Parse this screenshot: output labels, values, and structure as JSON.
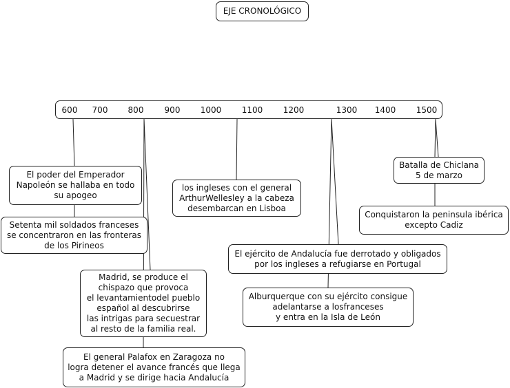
{
  "title": "EJE CRONOLÓGICO",
  "timeline": {
    "ticks": [
      "600",
      "700",
      "800",
      "900",
      "1000",
      "1100",
      "1200",
      "1300",
      "1400",
      "1500"
    ]
  },
  "events": {
    "napoleon": "El poder del Emperador\nNapoleón se hallaba en todo\nsu apogeo",
    "setenta_mil": "Setenta mil soldados franceses\nse concentraron en las fronteras\nde los Pirineos",
    "madrid": "Madrid, se produce el\nchispazo que provoca\nel levantamientodel pueblo\nespañol al descubrirse\nlas intrigas para secuestrar\nal resto de la familia real.",
    "palafox": "El general Palafox en Zaragoza no\nlogra detener el avance francés que llega\na Madrid y se dirige hacia Andalucía",
    "ingleses": "los ingleses con el general\nArthurWellesley a la cabeza\ndesembarcan en Lisboa",
    "andalucia": "El ejército de Andalucía fue derrotado y obligados\npor los ingleses a refugiarse en Portugal",
    "alburquerque": "Alburquerque con su ejército consigue\nadelantarse a losfranceses\ny entra en la Isla de León",
    "chiclana": "Batalla de Chiclana\n5 de marzo",
    "conquistaron": "Conquistaron la peninsula ibérica\nexcepto Cadiz"
  }
}
